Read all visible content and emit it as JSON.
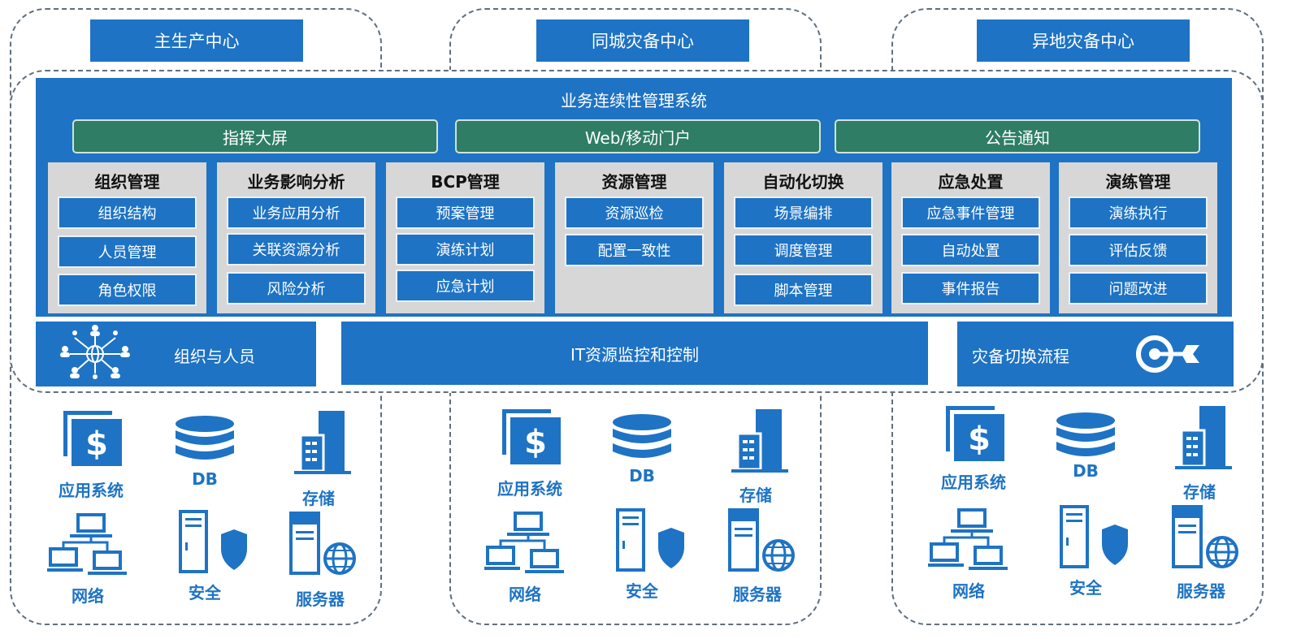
{
  "sites": [
    "主生产中心",
    "同城灾备中心",
    "异地灾备中心"
  ],
  "system_title": "业务连续性管理系统",
  "portals": [
    "指挥大屏",
    "Web/移动门户",
    "公告通知"
  ],
  "modules": [
    {
      "title": "组织管理",
      "items": [
        "组织结构",
        "人员管理",
        "角色权限"
      ]
    },
    {
      "title": "业务影响分析",
      "items": [
        "业务应用分析",
        "关联资源分析",
        "风险分析"
      ]
    },
    {
      "title": "BCP管理",
      "items": [
        "预案管理",
        "演练计划",
        "应急计划"
      ]
    },
    {
      "title": "资源管理",
      "items": [
        "资源巡检",
        "配置一致性"
      ]
    },
    {
      "title": "自动化切换",
      "items": [
        "场景编排",
        "调度管理",
        "脚本管理"
      ]
    },
    {
      "title": "应急处置",
      "items": [
        "应急事件管理",
        "自动处置",
        "事件报告"
      ]
    },
    {
      "title": "演练管理",
      "items": [
        "演练执行",
        "评估反馈",
        "问题改进"
      ]
    }
  ],
  "bottom_bars": {
    "org": "组织与人员",
    "it": "IT资源监控和控制",
    "switch": "灾备切换流程"
  },
  "resources": [
    "应用系统",
    "DB",
    "存储",
    "网络",
    "安全",
    "服务器"
  ],
  "icons": {
    "org": "org-network-icon",
    "switch": "target-arrow-icon",
    "resources": [
      "dollar-app-icon",
      "database-icon",
      "storage-building-icon",
      "network-computers-icon",
      "security-shield-icon",
      "server-globe-icon"
    ]
  },
  "colors": {
    "primary": "#1e73c4",
    "portal": "#2e7d64",
    "module_bg": "#d7d7d7",
    "dash": "#5f6f7f"
  }
}
